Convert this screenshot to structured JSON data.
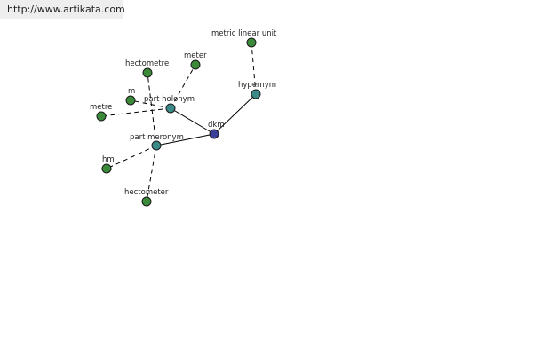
{
  "url_text": "http://www.artikata.com",
  "colors": {
    "center_node": "#3a3f9a",
    "relation_node": "#3a8a87",
    "term_node": "#3a8a3a",
    "node_stroke": "#1a1a1a",
    "edge": "#000000"
  },
  "nodes": {
    "center": "dkm",
    "hypernym": "hypernym",
    "part_holonym": "part holonym",
    "part_meronym": "part meronym",
    "metric_linear_unit": "metric linear unit",
    "meter": "meter",
    "hectometre": "hectometre",
    "m": "m",
    "metre": "metre",
    "hm": "hm",
    "hectometer": "hectometer"
  }
}
